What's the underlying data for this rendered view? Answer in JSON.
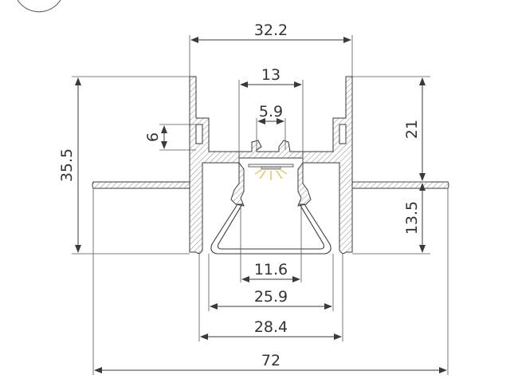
{
  "dimensions": {
    "top_width": "32.2",
    "inner_opening": "13",
    "slot_width": "5.9",
    "flange_height": "6",
    "total_height": "35.5",
    "upper_height": "21",
    "lower_height": "13.5",
    "diffuser_inner": "11.6",
    "diffuser_outer": "25.9",
    "body_width": "28.4",
    "total_width": "72"
  },
  "colors": {
    "line": "#3a3a3a",
    "hatch": "#9a9a9a",
    "led_glow": "#e8c86a"
  }
}
